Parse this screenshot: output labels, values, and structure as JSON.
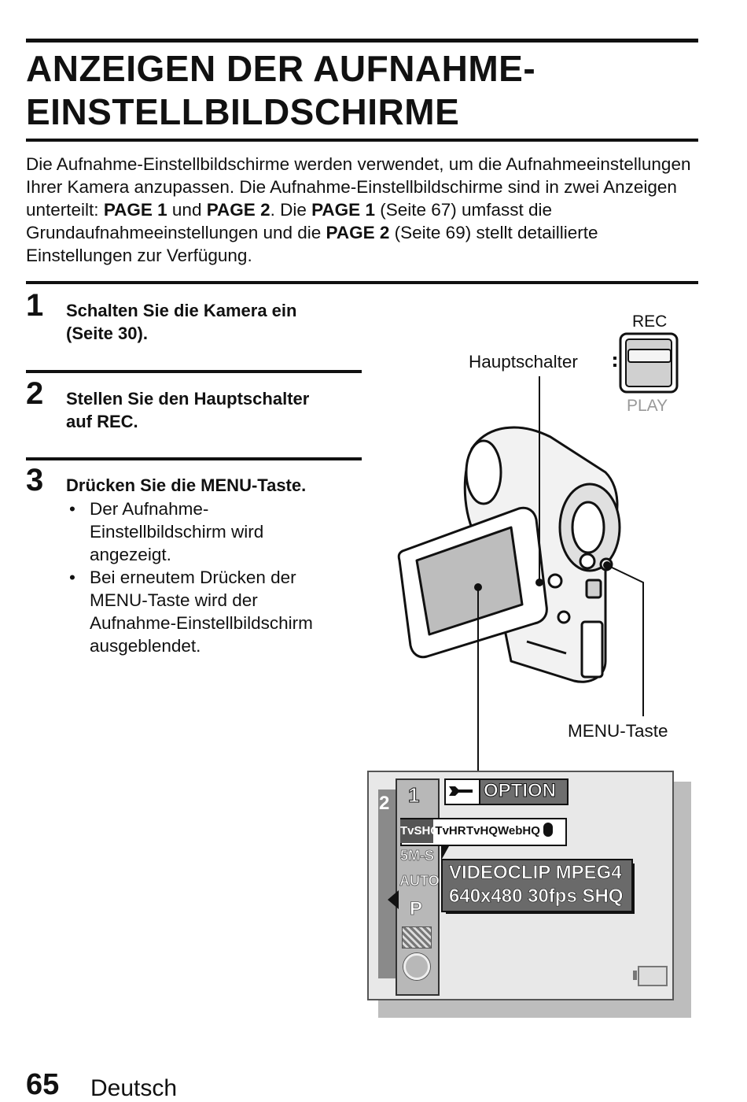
{
  "title": {
    "line1": "ANZEIGEN DER AUFNAHME-",
    "line2": "EINSTELLBILDSCHIRME"
  },
  "intro": {
    "t1": "Die Aufnahme-Einstellbildschirme werden verwendet, um die Aufnahmeeinstellungen Ihrer Kamera anzupassen. Die Aufnahme-Einstellbildschirme sind in zwei Anzeigen unterteilt: ",
    "b1": "PAGE 1",
    "t2": " und ",
    "b2": "PAGE 2",
    "t3": ". Die ",
    "b3": "PAGE 1",
    "t4": " (Seite 67) umfasst die Grundaufnahmeeinstellungen und die ",
    "b4": "PAGE 2",
    "t5": " (Seite 69) stellt detaillierte Einstellungen zur Verfügung."
  },
  "steps": [
    {
      "number": "1",
      "lines": [
        "Schalten Sie die Kamera ein",
        "(Seite 30)."
      ]
    },
    {
      "number": "2",
      "lines": [
        "Stellen Sie den Hauptschalter",
        "auf REC."
      ]
    },
    {
      "number": "3",
      "lines": [
        "Drücken Sie die MENU-Taste."
      ]
    }
  ],
  "bullets": [
    {
      "lines": [
        "Der Aufnahme-",
        "Einstellbildschirm wird",
        "angezeigt."
      ]
    },
    {
      "lines": [
        "Bei erneutem Drücken der",
        "MENU-Taste wird der",
        "Aufnahme-Einstellbildschirm",
        "ausgeblendet."
      ]
    }
  ],
  "callouts": {
    "main_switch": "Hauptschalter",
    "menu_button": "MENU-Taste",
    "rec": "REC",
    "play": "PLAY"
  },
  "lcd": {
    "page2_tab": "2",
    "page1_tab": "1",
    "option_label": "OPTION",
    "mode_icons": [
      "TvSHQ",
      "TvHR",
      "TvHQ",
      "WebHQ",
      "mic"
    ],
    "side_icons": [
      "5M-S",
      "AUTO",
      "P",
      "pattern",
      "timer"
    ],
    "info_line1": "VIDEOCLIP MPEG4",
    "info_line2": "640x480 30fps SHQ"
  },
  "footer": {
    "page_number": "65",
    "language": "Deutsch"
  }
}
